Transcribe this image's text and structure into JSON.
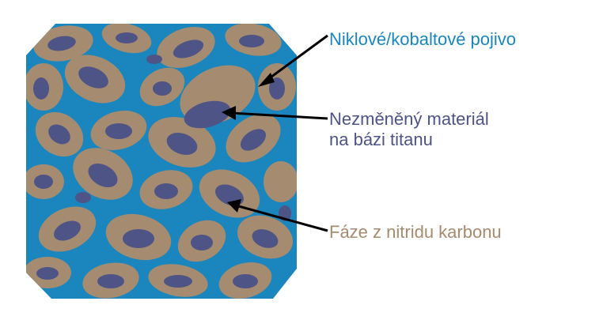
{
  "labels": {
    "binder": "Niklové/kobaltové pojivo",
    "titanium_line1": "Nezměněný materiál",
    "titanium_line2": "na bázi titanu",
    "nitride": "Fáze z nitridu karbonu"
  },
  "colors": {
    "binder": "#1b86bd",
    "titanium": "#4e5485",
    "nitride": "#a58b6f",
    "background": "#ffffff"
  }
}
